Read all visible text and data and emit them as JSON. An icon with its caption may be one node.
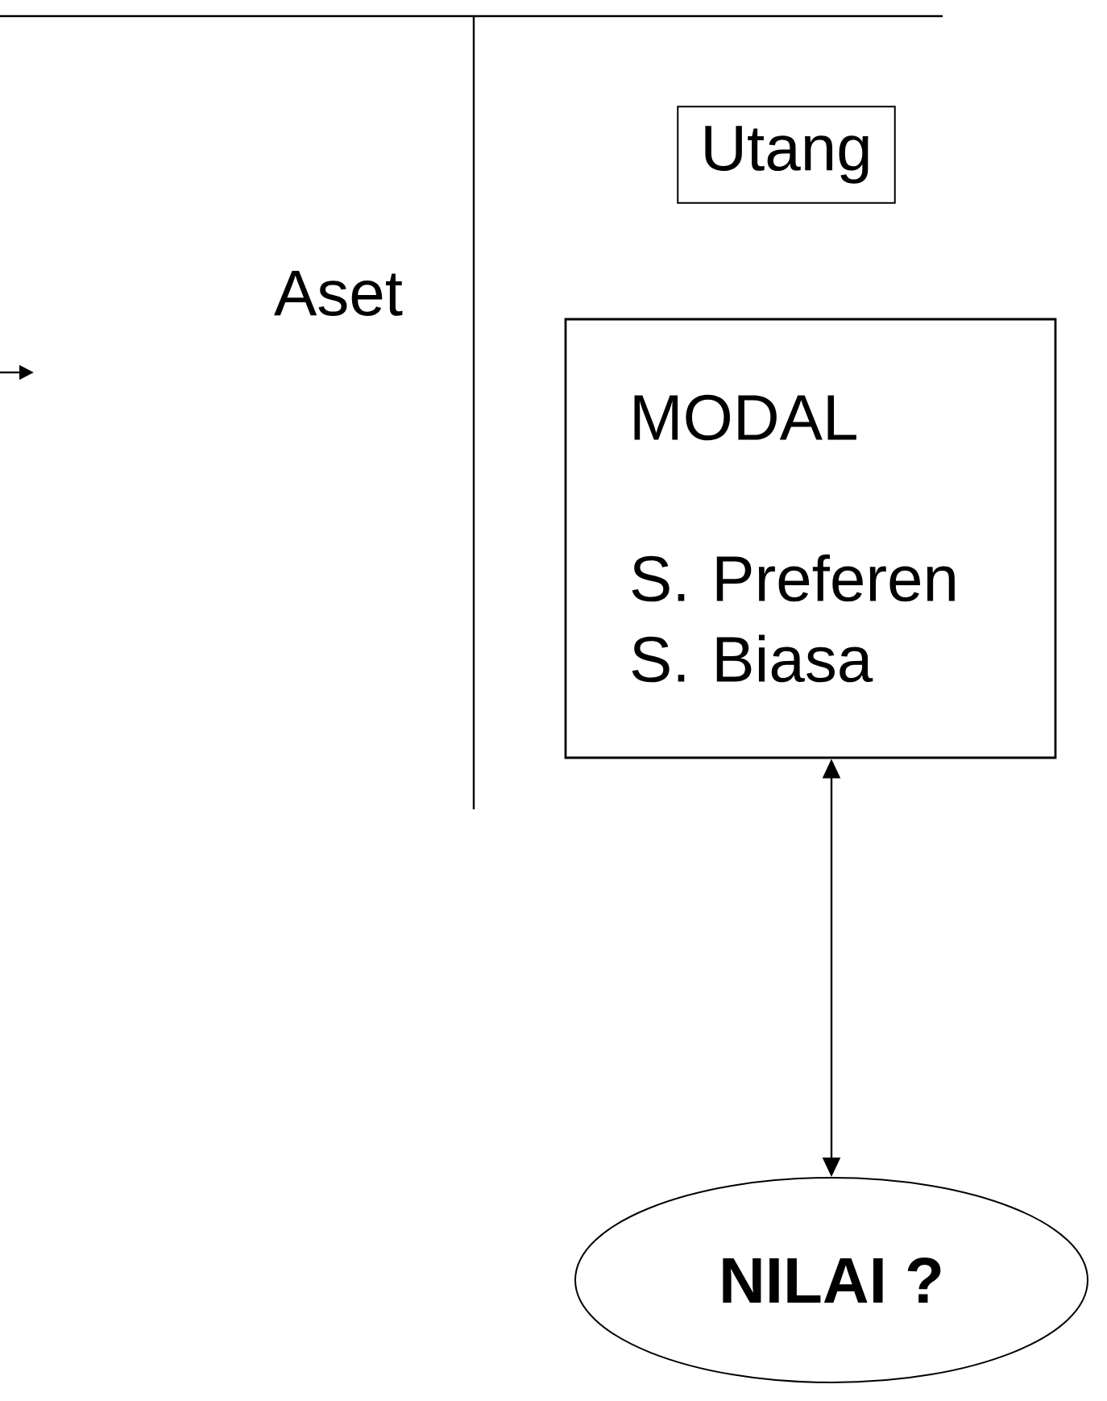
{
  "diagram": {
    "nodes": [
      {
        "text": [
          "Aset"
        ]
      },
      {
        "text": [
          "Utang"
        ]
      },
      {
        "text": [
          "MODAL",
          "S. Preferen S. Biasa"
        ]
      },
      {
        "text": [
          "NILAI ?"
        ]
      }
    ],
    "edges": [
      {
        "from": 2,
        "to": 3,
        "arrow": "both"
      }
    ]
  }
}
